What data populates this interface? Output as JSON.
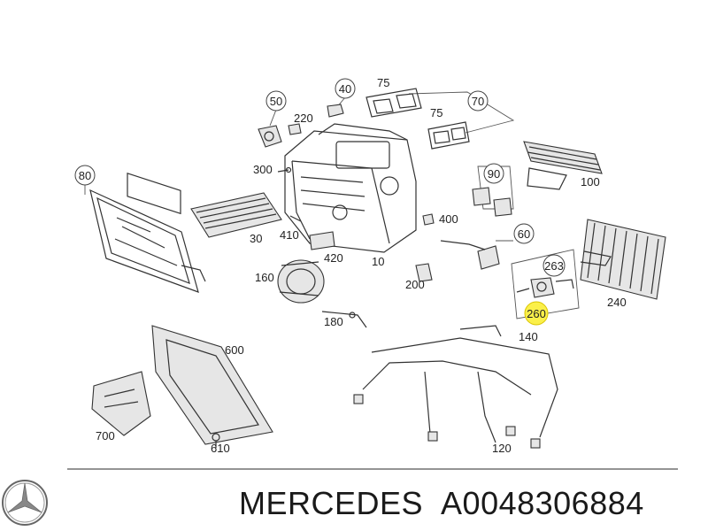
{
  "callouts": {
    "c50": "50",
    "c40": "40",
    "c75a": "75",
    "c75b": "75",
    "c70": "70",
    "c220": "220",
    "c80": "80",
    "c300": "300",
    "c30": "30",
    "c410": "410",
    "c400": "400",
    "c90": "90",
    "c100": "100",
    "c420": "420",
    "c10": "10",
    "c60": "60",
    "c263": "263",
    "c160": "160",
    "c200": "200",
    "c260": "260",
    "c240": "240",
    "c180": "180",
    "c140": "140",
    "c600": "600",
    "c700": "700",
    "c610": "610",
    "c120": "120"
  },
  "footer": {
    "brand": "MERCEDES",
    "part_number": "A0048306884"
  },
  "colors": {
    "highlight": "#fbf04a",
    "line": "#333333"
  },
  "icons": {
    "logo": "mercedes-star-icon"
  }
}
